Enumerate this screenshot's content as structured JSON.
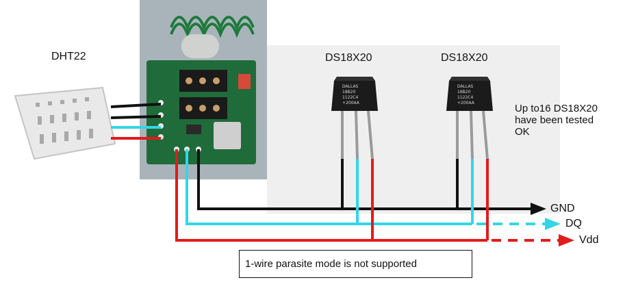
{
  "labels": {
    "dht22": "DHT22",
    "ds18x20_left": "DS18X20",
    "ds18x20_right": "DS18X20",
    "tested_note": "Up to16 DS18X20\nhave been tested\nOK",
    "gnd": "GND",
    "dq": "DQ",
    "vdd": "Vdd",
    "parasite_note": "1-wire parasite mode is not supported"
  },
  "sensor_markings": [
    "DALLAS",
    "18B20",
    "1122C4",
    "+200AA"
  ],
  "wire_colors": {
    "gnd": "#111111",
    "dq": "#33d6e6",
    "vdd": "#e21b1b",
    "board": "#1f6b3a",
    "sensor_body": "#1b1b1b",
    "dht_body": "#e9e9e9"
  }
}
